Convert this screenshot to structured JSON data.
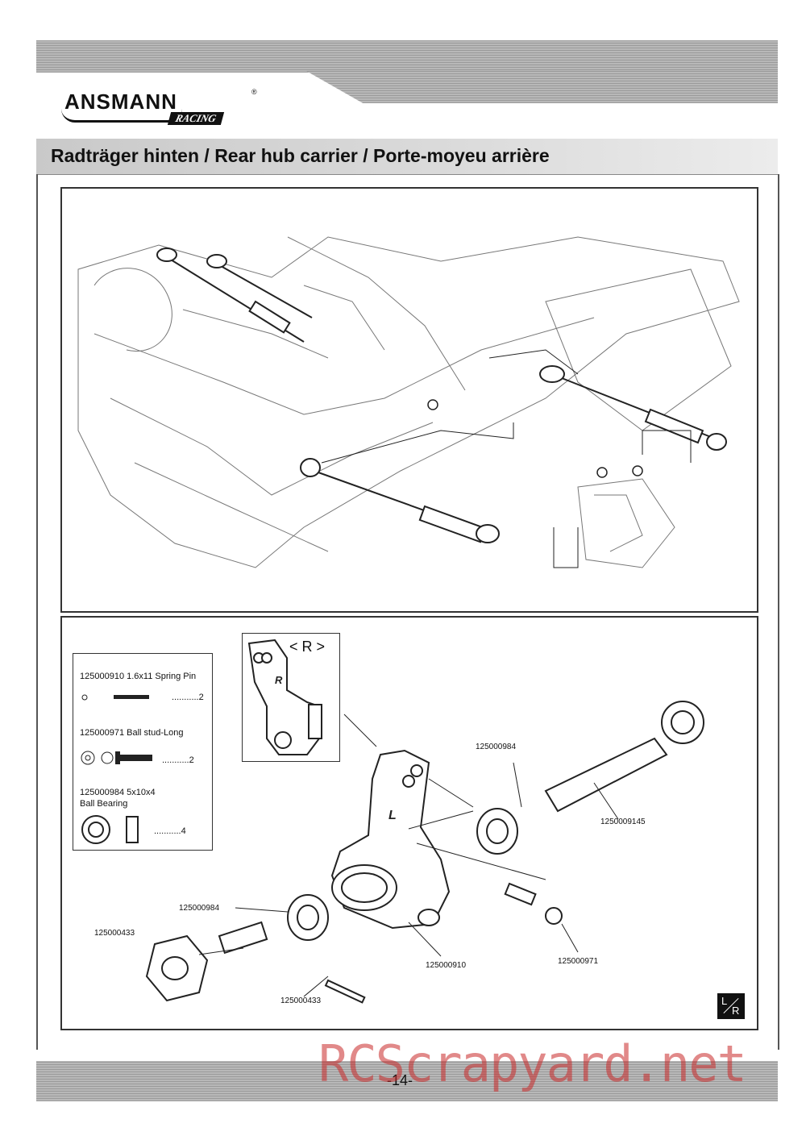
{
  "brand": {
    "name": "ANSMANN",
    "sub": "RACING",
    "reg": "®"
  },
  "section_title": "Radträger hinten / Rear hub carrier / Porte-moyeu arrière",
  "parts_list": [
    {
      "number": "125000910",
      "desc": "1.6x11 Spring Pin",
      "qty": "2"
    },
    {
      "number": "125000971",
      "desc": "Ball stud-Long",
      "qty": "2"
    },
    {
      "number": "125000984",
      "desc": "5x10x4",
      "desc2": "Ball Bearing",
      "qty": "4"
    }
  ],
  "inset_label": "< R >",
  "callouts": {
    "bearing_upper": "125000984",
    "axle": "1250009145",
    "bearing_lower": "125000984",
    "hex_hub": "125000433",
    "pin_label": "125000910",
    "ball_stud": "125000971",
    "drive_pin": "125000433"
  },
  "marks": {
    "carrier_letter": "L",
    "inset_letter": "R",
    "lr_l": "L",
    "lr_r": "R"
  },
  "page_number": "-14-",
  "watermark": "RCScrapyard.net",
  "qty_prefix": "...........",
  "colors": {
    "header_band": "#a8a8a8",
    "watermark": "#c82828",
    "ink": "#111111"
  }
}
